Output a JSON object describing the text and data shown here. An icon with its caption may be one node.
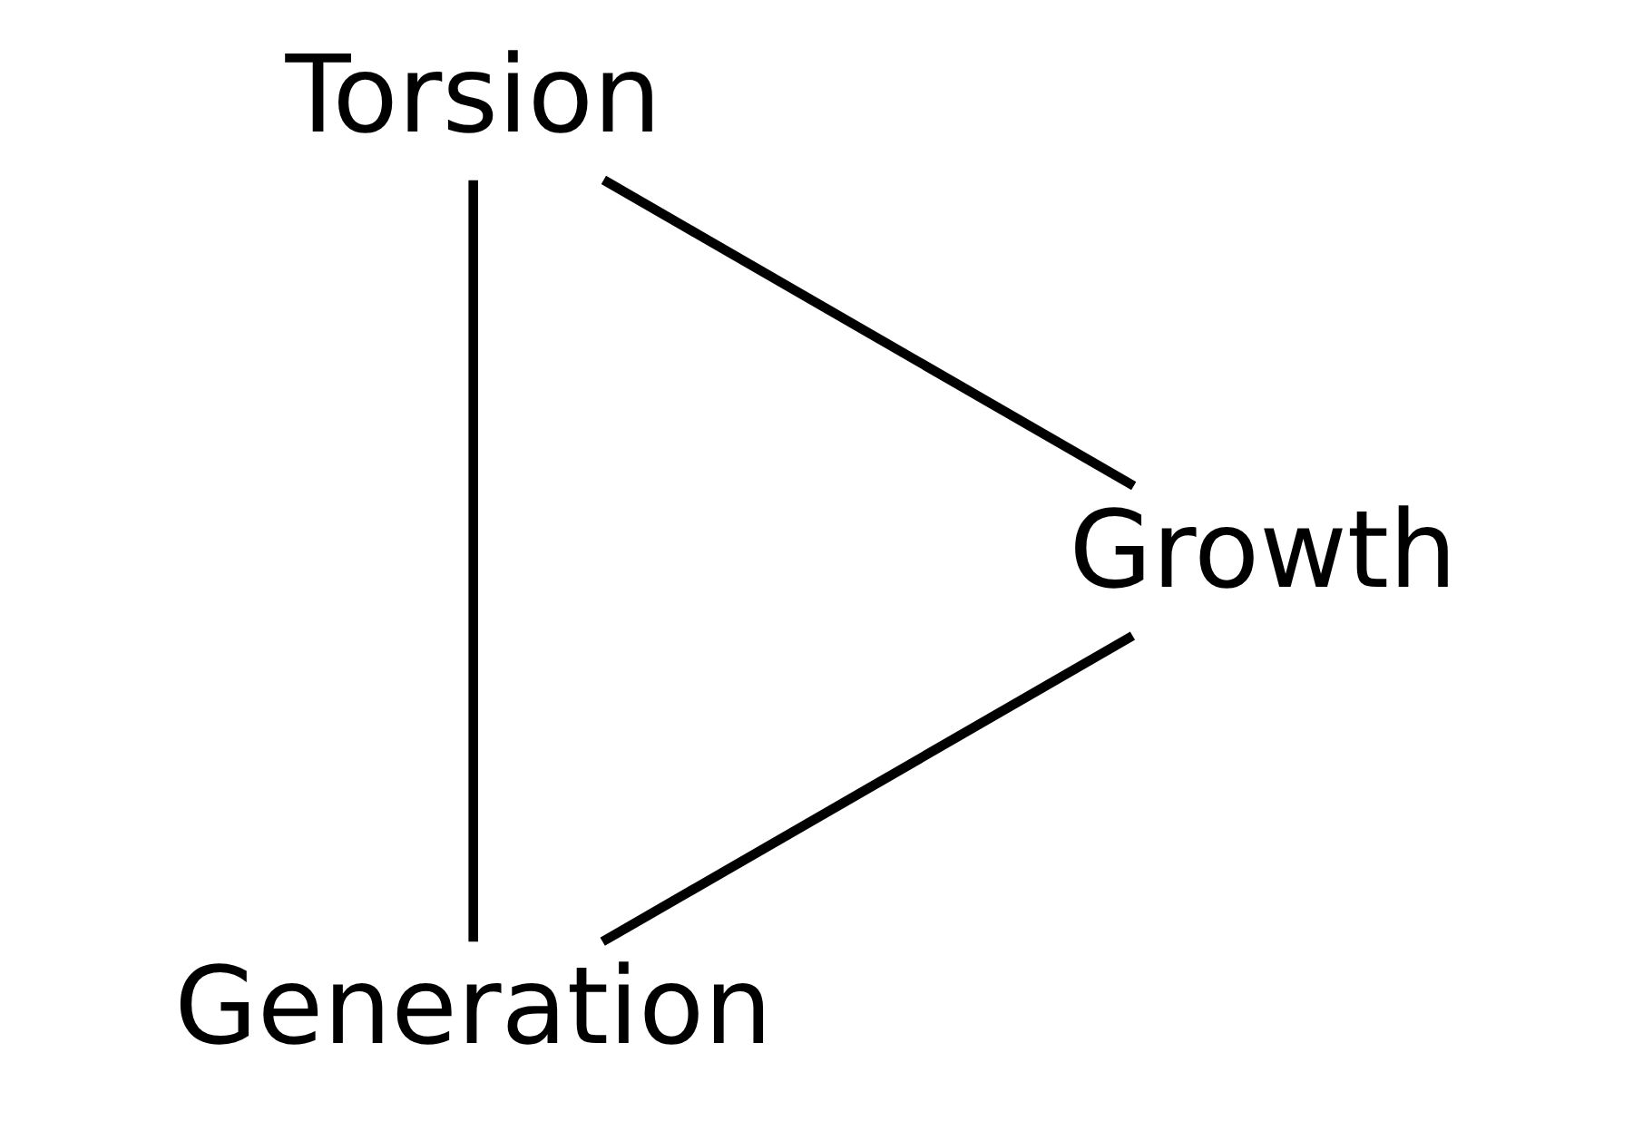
{
  "diagram": {
    "nodes": [
      {
        "text": [
          "Generation"
        ]
      },
      {
        "text": [
          "Torsion"
        ]
      },
      {
        "text": [
          "Growth"
        ]
      }
    ],
    "edges": [
      {
        "from": 0,
        "to": 1,
        "arrow": "none"
      },
      {
        "from": 1,
        "to": 2,
        "arrow": "none"
      },
      {
        "from": 2,
        "to": 0,
        "arrow": "none"
      }
    ]
  }
}
